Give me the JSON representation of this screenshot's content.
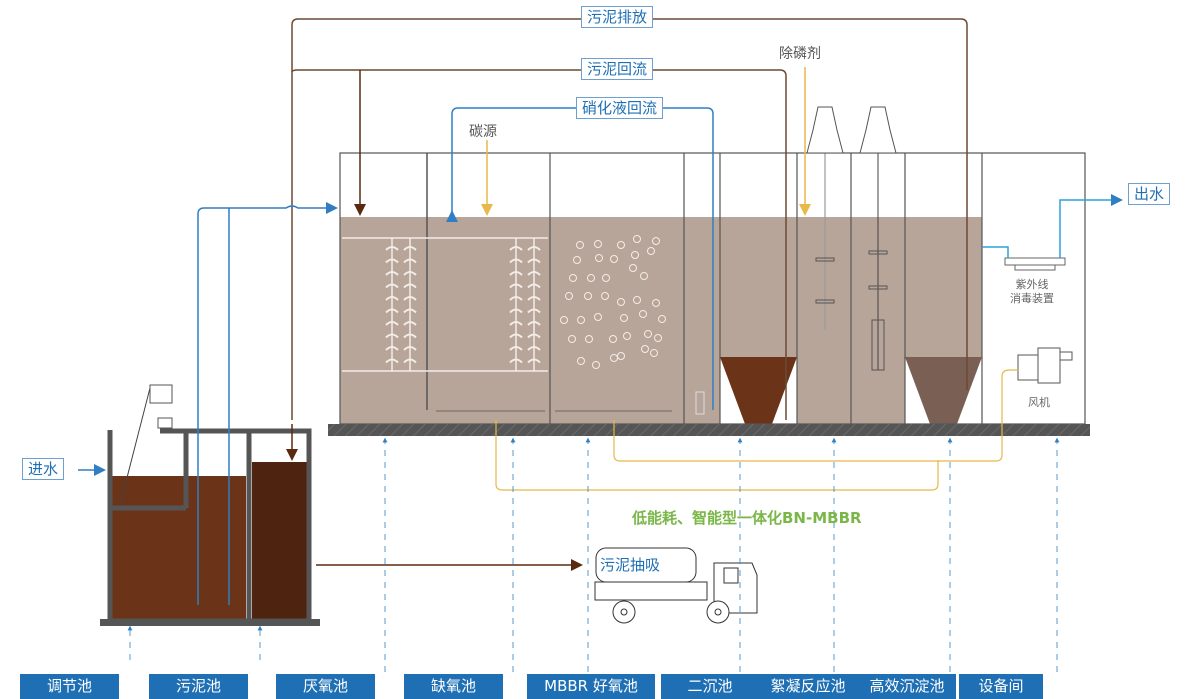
{
  "title": "低能耗、智能型一体化BN-MBBR",
  "flows": {
    "sludge_discharge": "污泥排放",
    "sludge_return": "污泥回流",
    "nitrate_return": "硝化液回流",
    "carbon_source": "碳源",
    "phosphorus_remover": "除磷剂",
    "inlet": "进水",
    "outlet": "出水",
    "sludge_suction": "污泥抽吸"
  },
  "equipment": {
    "uv_line1": "紫外线",
    "uv_line2": "消毒装置",
    "blower": "风机"
  },
  "tanks": [
    {
      "label": "调节池"
    },
    {
      "label": "污泥池"
    },
    {
      "label": "厌氧池"
    },
    {
      "label": "缺氧池"
    },
    {
      "label": "MBBR 好氧池"
    },
    {
      "label": "二沉池"
    },
    {
      "label": "絮凝反应池"
    },
    {
      "label": "高效沉淀池"
    },
    {
      "label": "设备间"
    }
  ],
  "colors": {
    "water": "#b8a59a",
    "sludge_dark": "#6b3317",
    "sludge_darker": "#4e2410",
    "wall": "#555555",
    "brown_line": "#6b4a32",
    "blue_line": "#2f7fc2",
    "yellow_line": "#e8b84a",
    "tag_blue": "#1f6fb5",
    "slogan_green": "#7ab648"
  }
}
